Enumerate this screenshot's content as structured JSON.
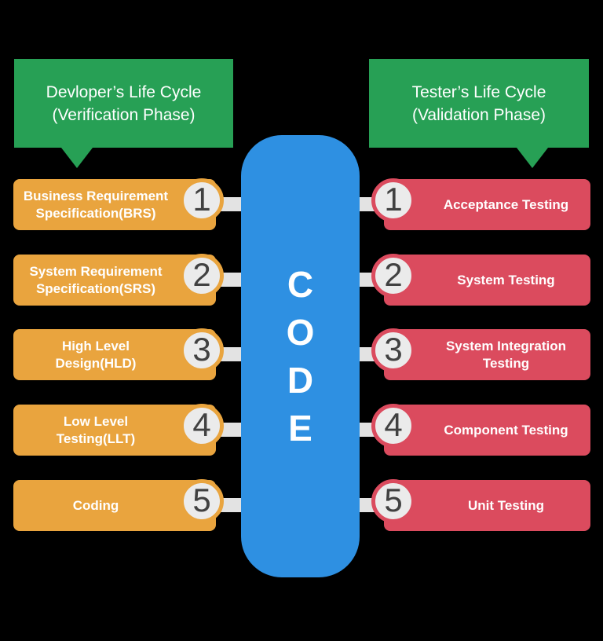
{
  "colors": {
    "bg": "#000000",
    "green": "#27A055",
    "orange": "#E9A43E",
    "red": "#DB4B5E",
    "blue": "#2E90E2",
    "circle-fill": "#EBEBEB",
    "number": "#414141",
    "connector": "#E3E3E3",
    "text": "#FFFFFF"
  },
  "left_panel": {
    "header": {
      "lines": [
        "Devloper’s Life Cycle",
        "(Verification Phase)"
      ]
    },
    "steps": [
      {
        "number": "1",
        "lines": [
          "Business Requirement",
          "Specification(BRS)"
        ]
      },
      {
        "number": "2",
        "lines": [
          "System Requirement",
          "Specification(SRS)"
        ]
      },
      {
        "number": "3",
        "lines": [
          "High Level",
          "Design(HLD)"
        ]
      },
      {
        "number": "4",
        "lines": [
          "Low Level",
          "Testing(LLT)"
        ]
      },
      {
        "number": "5",
        "lines": [
          "Coding"
        ]
      }
    ]
  },
  "right_panel": {
    "header": {
      "lines": [
        "Tester’s Life Cycle",
        "(Validation Phase)"
      ]
    },
    "steps": [
      {
        "number": "1",
        "lines": [
          "Acceptance Testing"
        ]
      },
      {
        "number": "2",
        "lines": [
          "System Testing"
        ]
      },
      {
        "number": "3",
        "lines": [
          "System Integration",
          "Testing"
        ]
      },
      {
        "number": "4",
        "lines": [
          "Component Testing"
        ]
      },
      {
        "number": "5",
        "lines": [
          "Unit Testing"
        ]
      }
    ]
  },
  "center": {
    "letters": [
      "C",
      "O",
      "D",
      "E"
    ]
  }
}
